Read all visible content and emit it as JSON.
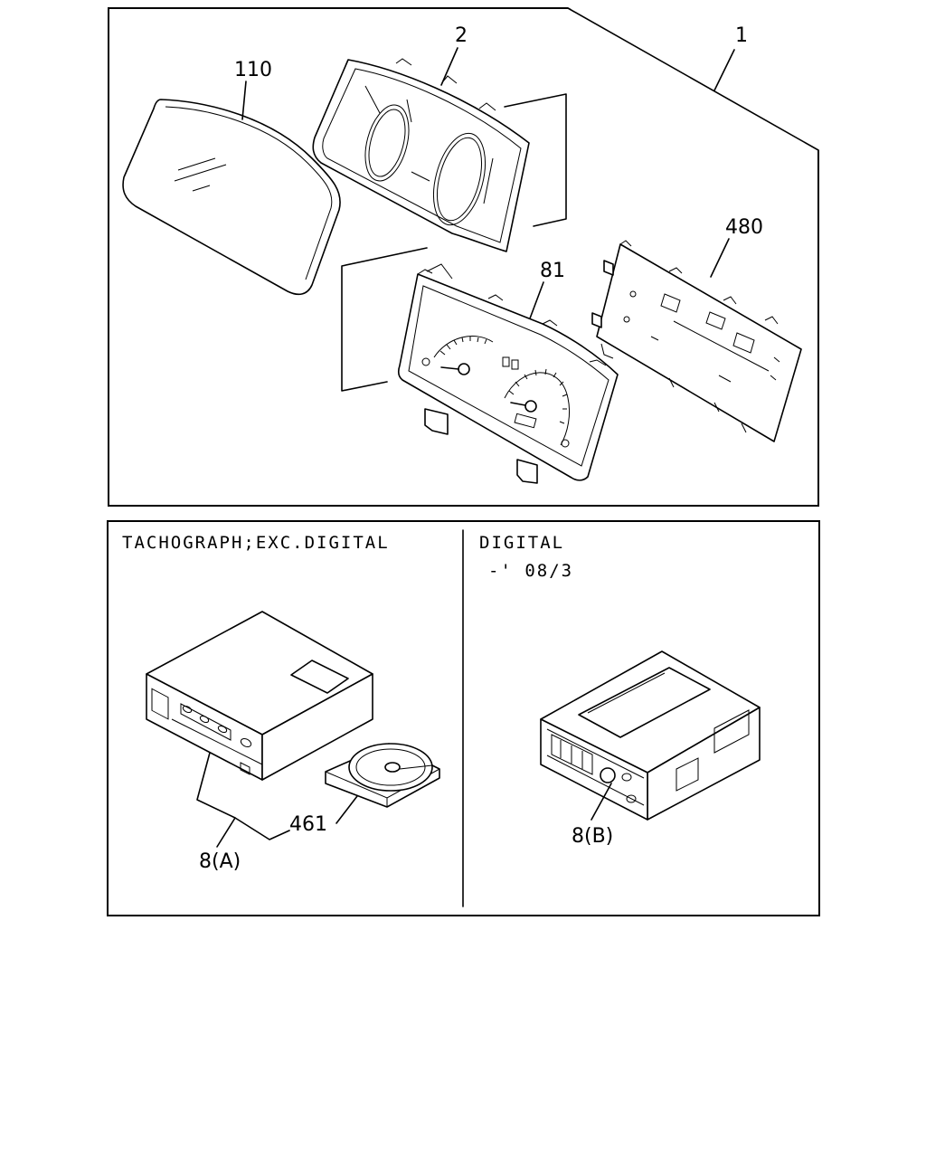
{
  "top_panel": {
    "callouts": {
      "assembly": "1",
      "bezel": "2",
      "lens": "110",
      "dial_plate": "81",
      "circuit_board": "480"
    }
  },
  "bottom_panel": {
    "left_section": {
      "heading": "TACHOGRAPH;EXC.DIGITAL",
      "callouts": {
        "unit": "8(A)",
        "chart_disc": "461"
      }
    },
    "right_section": {
      "heading": "DIGITAL",
      "date_note": "-' 08/3",
      "callouts": {
        "unit": "8(B)"
      }
    }
  }
}
